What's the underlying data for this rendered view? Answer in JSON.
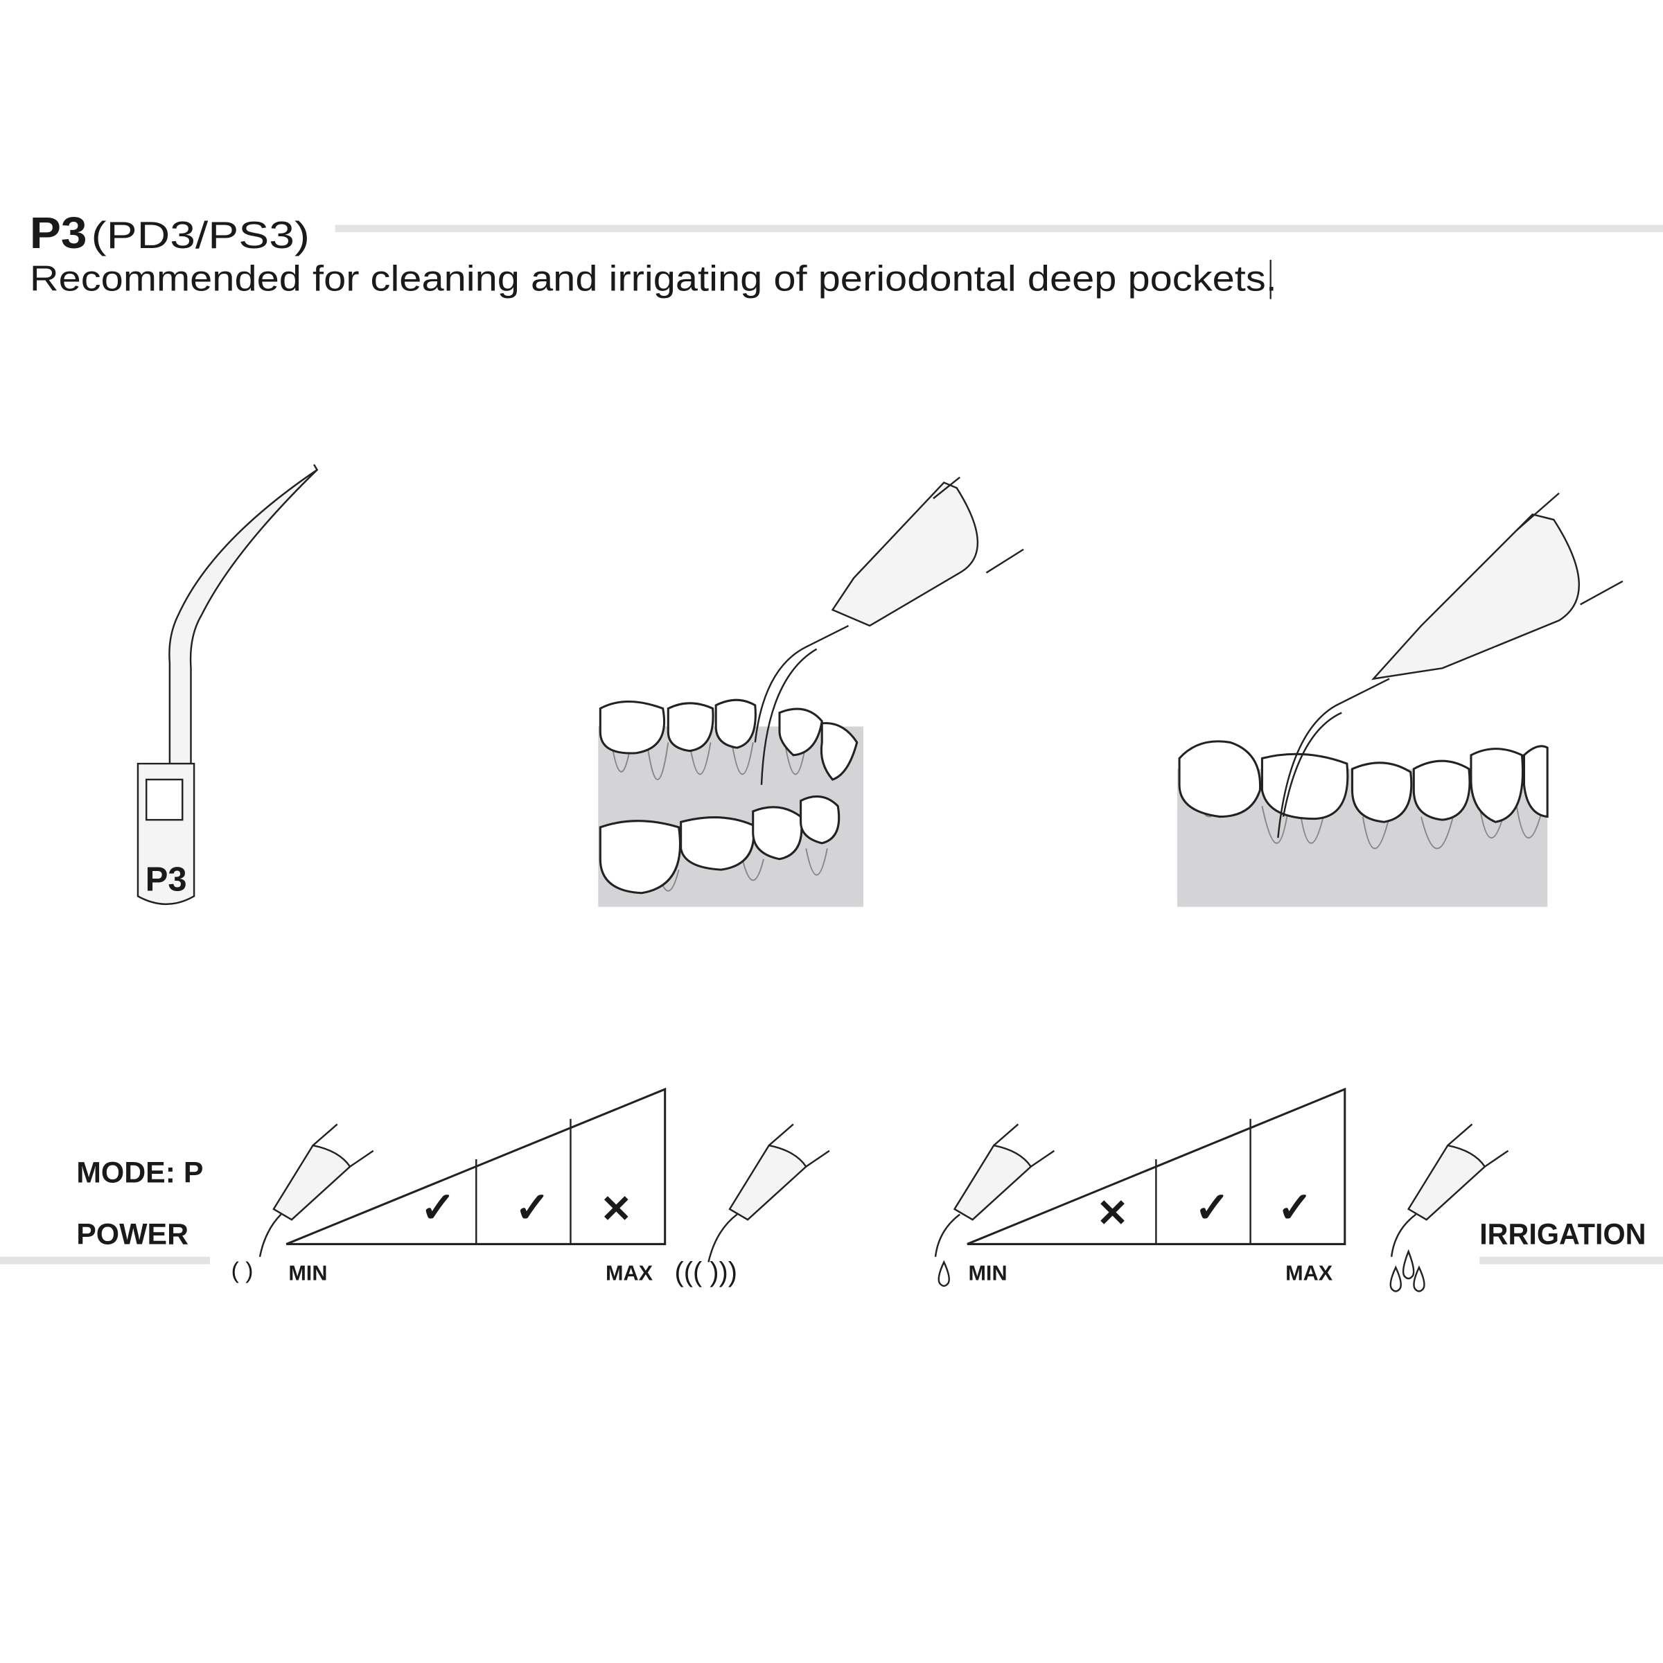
{
  "header": {
    "model": "P3",
    "aliases": "(PD3/PS3)",
    "description": "Recommended for cleaning and irrigating of periodontal deep pockets."
  },
  "tip": {
    "engraving": "P3"
  },
  "settings": {
    "mode_label": "MODE: P",
    "power": {
      "label": "POWER",
      "min_label": "MIN",
      "max_label": "MAX",
      "levels": [
        "ok",
        "ok",
        "not-ok"
      ]
    },
    "irrigation": {
      "label": "IRRIGATION",
      "min_label": "MIN",
      "max_label": "MAX",
      "levels": [
        "not-ok",
        "ok",
        "ok"
      ]
    }
  },
  "colors": {
    "rule": "#e3e3e5",
    "gum": "#d4d4d6",
    "ink": "#1a1a1a"
  }
}
